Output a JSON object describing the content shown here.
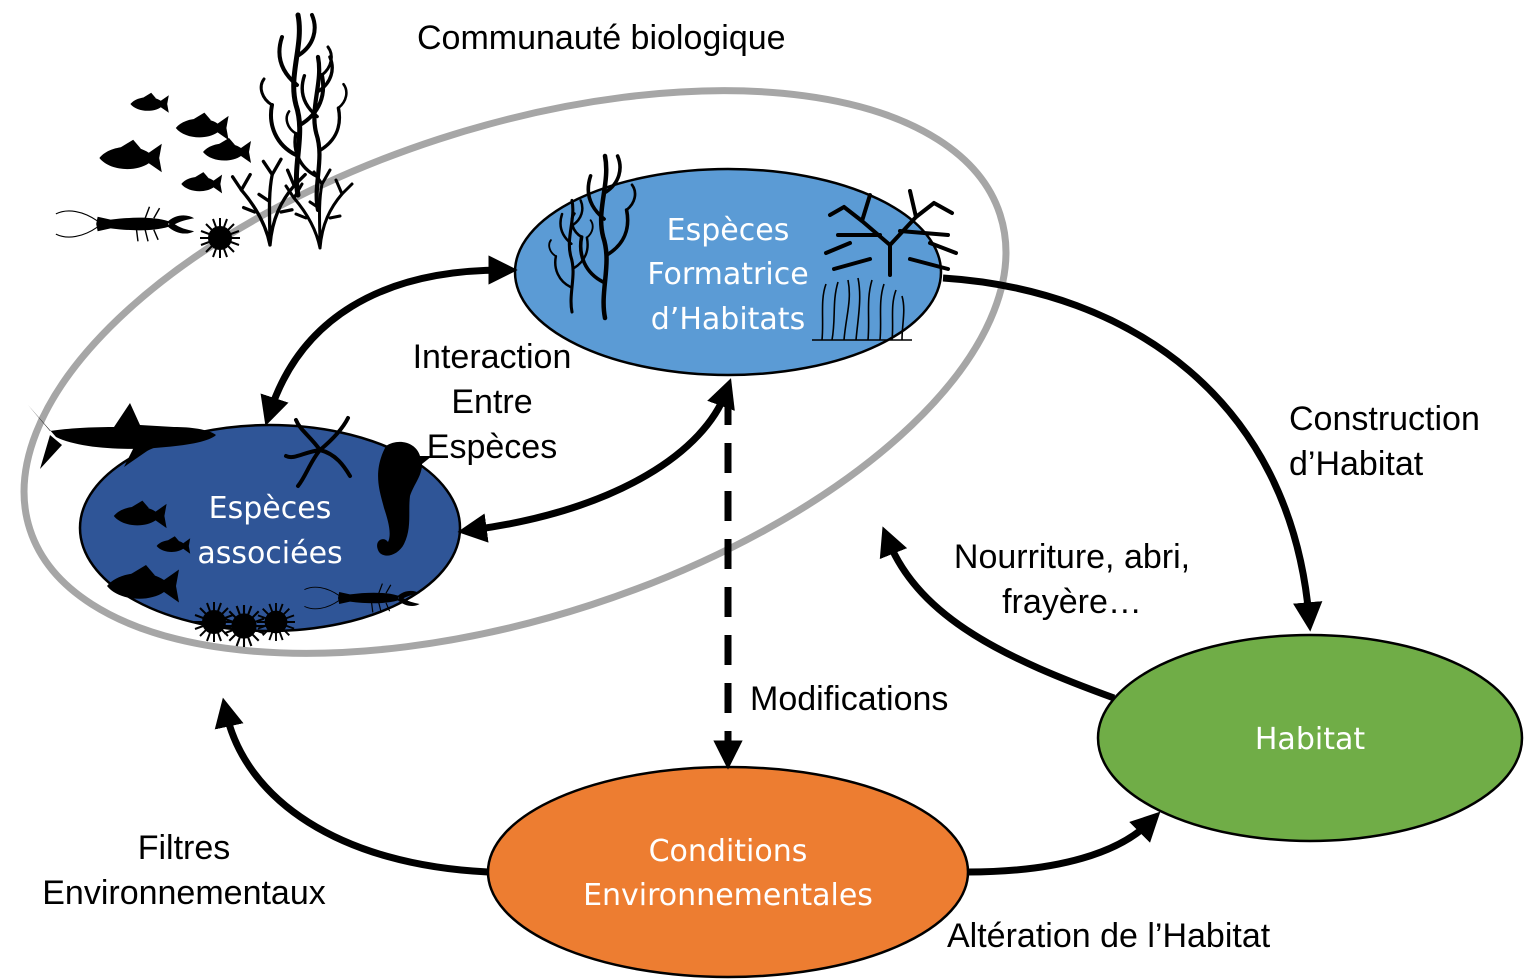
{
  "colors": {
    "community_ring": "#a6a6a6",
    "habitat_formers": "#5b9bd5",
    "associated_species": "#2f5597",
    "habitat": "#70ad47",
    "environment": "#ed7d31",
    "arrows": "#000000",
    "node_text": "#ffffff"
  },
  "labels": {
    "community": "Communauté biologique",
    "interaction": [
      "Interaction",
      "Entre",
      "Espèces"
    ],
    "construction": [
      "Construction",
      "d’Habitat"
    ],
    "resources": [
      "Nourriture, abri,",
      "frayère…"
    ],
    "modifications": "Modifications",
    "filters": [
      "Filtres",
      "Environnementaux"
    ],
    "alteration": "Altération de l’Habitat"
  },
  "nodes": {
    "habitat_formers": [
      "Espèces",
      "Formatrice",
      "d’Habitats"
    ],
    "associated": [
      "Espèces",
      "associées"
    ],
    "habitat": "Habitat",
    "environment": [
      "Conditions",
      "Environnementales"
    ]
  },
  "icons": [
    "fish-icon",
    "lobster-icon",
    "sea-urchin-icon",
    "kelp-icon",
    "shark-icon",
    "starfish-icon",
    "seahorse-icon",
    "coral-icon",
    "seagrass-icon"
  ]
}
